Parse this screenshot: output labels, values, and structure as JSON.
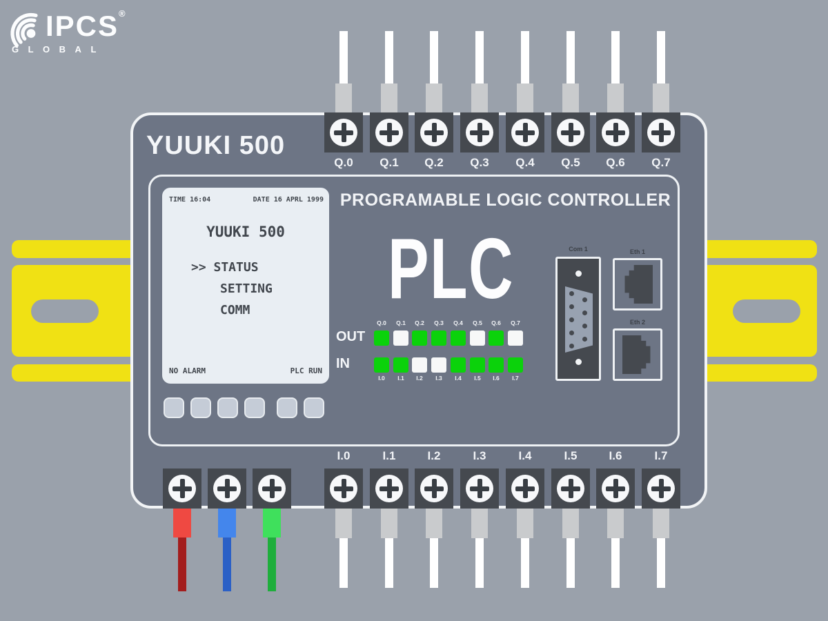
{
  "colors": {
    "background": "#9aa1ab",
    "device_body": "#6d7585",
    "terminal_block": "#45494f",
    "led_on": "#0bd20b",
    "led_off": "#f7f8f8",
    "din_rail": "#f0e114",
    "lcd_bg": "#e9eef3",
    "wire_white": "#ffffff",
    "ferrule_gray": "#c9cbcd"
  },
  "logo": {
    "brand": "IPCS",
    "registered": "®",
    "subtitle": "GLOBAL"
  },
  "device": {
    "model": "YUUKI 500",
    "heading": "PROGRAMABLE LOGIC CONTROLLER",
    "big_label": "PLC"
  },
  "lcd": {
    "time": "TIME 16:04",
    "date": "DATE 16 APRL 1999",
    "title": "YUUKI 500",
    "menu": [
      ">> STATUS",
      "SETTING",
      "COMM"
    ],
    "status_left": "NO ALARM",
    "status_right": "PLC RUN"
  },
  "leds": {
    "out_label": "OUT",
    "in_label": "IN",
    "out": [
      {
        "label": "Q.0",
        "state": "on"
      },
      {
        "label": "Q.1",
        "state": "off"
      },
      {
        "label": "Q.2",
        "state": "on"
      },
      {
        "label": "Q.3",
        "state": "on"
      },
      {
        "label": "Q.4",
        "state": "on"
      },
      {
        "label": "Q.5",
        "state": "off"
      },
      {
        "label": "Q.6",
        "state": "on"
      },
      {
        "label": "Q.7",
        "state": "off"
      }
    ],
    "in": [
      {
        "label": "I.0",
        "state": "on"
      },
      {
        "label": "I.1",
        "state": "on"
      },
      {
        "label": "I.2",
        "state": "off"
      },
      {
        "label": "I.3",
        "state": "off"
      },
      {
        "label": "I.4",
        "state": "on"
      },
      {
        "label": "I.5",
        "state": "on"
      },
      {
        "label": "I.6",
        "state": "on"
      },
      {
        "label": "I.7",
        "state": "on"
      }
    ]
  },
  "top_terminals": {
    "labels": [
      "Q.0",
      "Q.1",
      "Q.2",
      "Q.3",
      "Q.4",
      "Q.5",
      "Q.6",
      "Q.7"
    ]
  },
  "bottom_terminals": {
    "labels": [
      "I.0",
      "I.1",
      "I.2",
      "I.3",
      "I.4",
      "I.5",
      "I.6",
      "I.7"
    ]
  },
  "power_wires": [
    {
      "name": "red-wire",
      "ferrule": "#ef4942",
      "wire": "#a31d1d"
    },
    {
      "name": "blue-wire",
      "ferrule": "#4486ec",
      "wire": "#2b60c6"
    },
    {
      "name": "green-wire",
      "ferrule": "#3fe05c",
      "wire": "#1fae3c"
    }
  ],
  "ports": {
    "com_label": "Com 1",
    "eth1_label": "Eth 1",
    "eth2_label": "Eth 2"
  }
}
